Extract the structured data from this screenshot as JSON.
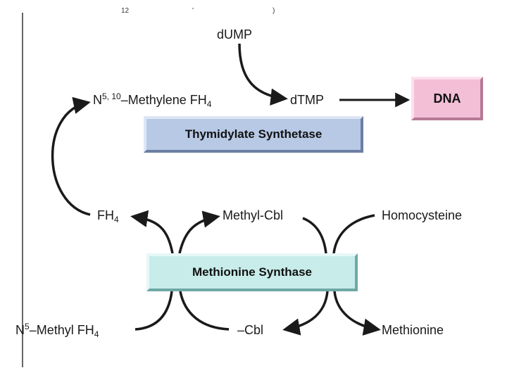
{
  "top_cut_text": [
    "12",
    "'",
    ")"
  ],
  "nodes": {
    "dump": "dUMP",
    "dtmp": "dTMP",
    "dna": "DNA",
    "methylene_base": "N",
    "methylene_sup": "5, 10",
    "methylene_rest": "–Methylene FH",
    "methylene_sub": "4",
    "fh4_base": "FH",
    "fh4_sub": "4",
    "methylcbl": "Methyl-Cbl",
    "homocysteine": "Homocysteine",
    "methylfh4_base": "N",
    "methylfh4_sup": "5",
    "methylfh4_rest": "–Methyl FH",
    "methylfh4_sub": "4",
    "cbl": "–Cbl",
    "methionine": "Methionine"
  },
  "enzymes": {
    "thymidylate": "Thymidylate Synthetase",
    "methionine_synthase": "Methionine Synthase"
  },
  "colors": {
    "thymidylate_fill": "#b8c9e6",
    "methionine_synthase_fill": "#c7ecea",
    "dna_fill": "#f3bfd6",
    "arrow": "#1a1a1a"
  }
}
